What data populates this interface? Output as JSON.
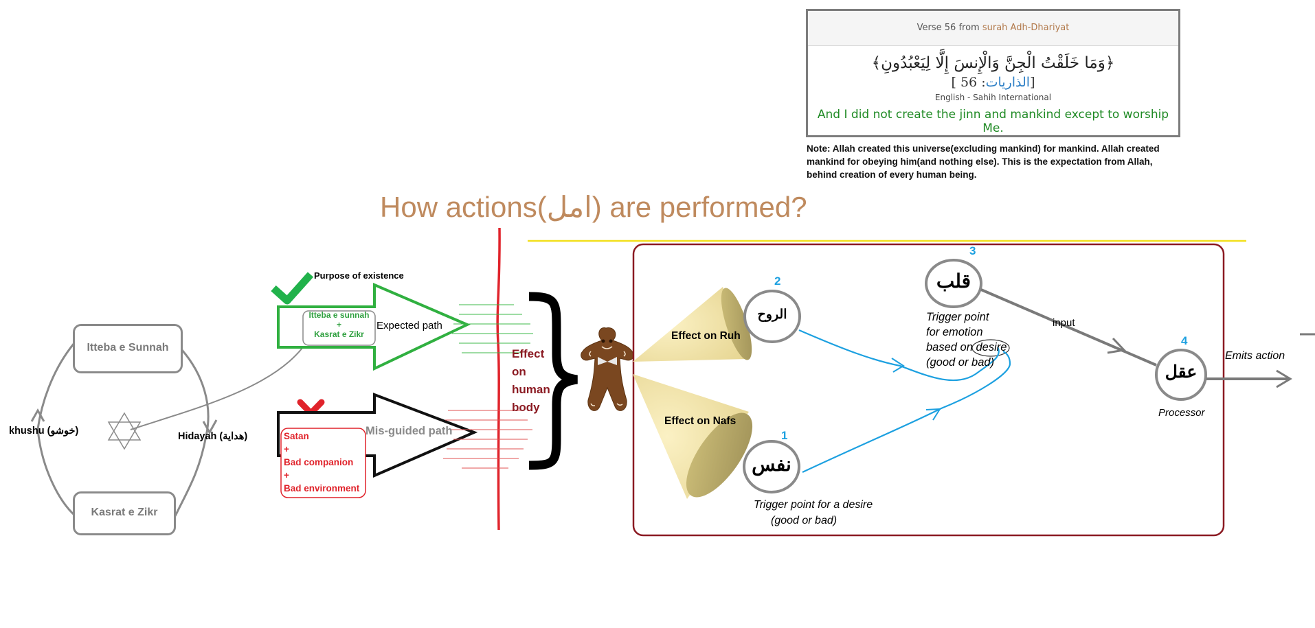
{
  "verse_card": {
    "header_prefix": "Verse 56 from ",
    "header_surah": "surah Adh-Dhariyat",
    "arabic": "﴿وَمَا خَلَقْتُ الْجِنَّ وَالْإِنسَ إِلَّا لِيَعْبُدُونِ﴾",
    "reference_bracket_open": "[",
    "reference_surah": "الذاريات",
    "reference_number": ": 56]",
    "translation_source": "English - Sahih International",
    "translation": "And I did not create the jinn and mankind except to worship Me."
  },
  "note": "Note: Allah created this universe(excluding mankind) for mankind. Allah created mankind for obeying him(and nothing else). This is the expectation from Allah, behind creation of every human being.",
  "title": "How actions(امل) are performed?",
  "cycle": {
    "top_box": "Itteba e Sunnah",
    "bottom_box": "Kasrat e Zikr",
    "left_label": "khushu (خوشو)",
    "right_label": "Hidayah (هداية)"
  },
  "expected": {
    "purpose_label": "Purpose of existence",
    "inner_line1": "Itteba e sunnah",
    "inner_plus": "+",
    "inner_line2": "Kasrat e Zikr",
    "path_label": "Expected path",
    "check_color": "#21b24b"
  },
  "misguided": {
    "path_label": "Mis-guided path",
    "items": [
      "Satan",
      "+",
      "Bad companion",
      "+",
      "Bad environment"
    ],
    "cross_color": "#e0232b"
  },
  "effect_label": [
    "Effect",
    "on",
    "human",
    "body"
  ],
  "body_icon": "gingerbread-man-icon",
  "cones": {
    "ruh": "Effect on Ruh",
    "nafs": "Effect on Nafs"
  },
  "nodes": {
    "ruh": {
      "number": "2",
      "text": "الروح"
    },
    "nafs": {
      "number": "1",
      "text": "نفس",
      "caption_line1": "Trigger point for a desire",
      "caption_line2": "(good or bad)"
    },
    "qalb": {
      "number": "3",
      "text": "قلب",
      "caption": [
        "Trigger point",
        "for emotion",
        "based on",
        "desire",
        "(good or bad)"
      ]
    },
    "aql": {
      "number": "4",
      "text": "عقل",
      "caption": "Processor"
    }
  },
  "edges": {
    "input_label": "input",
    "emits_label": "Emits action"
  },
  "colors": {
    "title": "#bf8a5e",
    "frame": "#8b1a22",
    "red_line": "#e0232b",
    "blue_arrow": "#1ca0e0",
    "number_blue": "#1ca0e0",
    "green": "#2ca02c"
  }
}
